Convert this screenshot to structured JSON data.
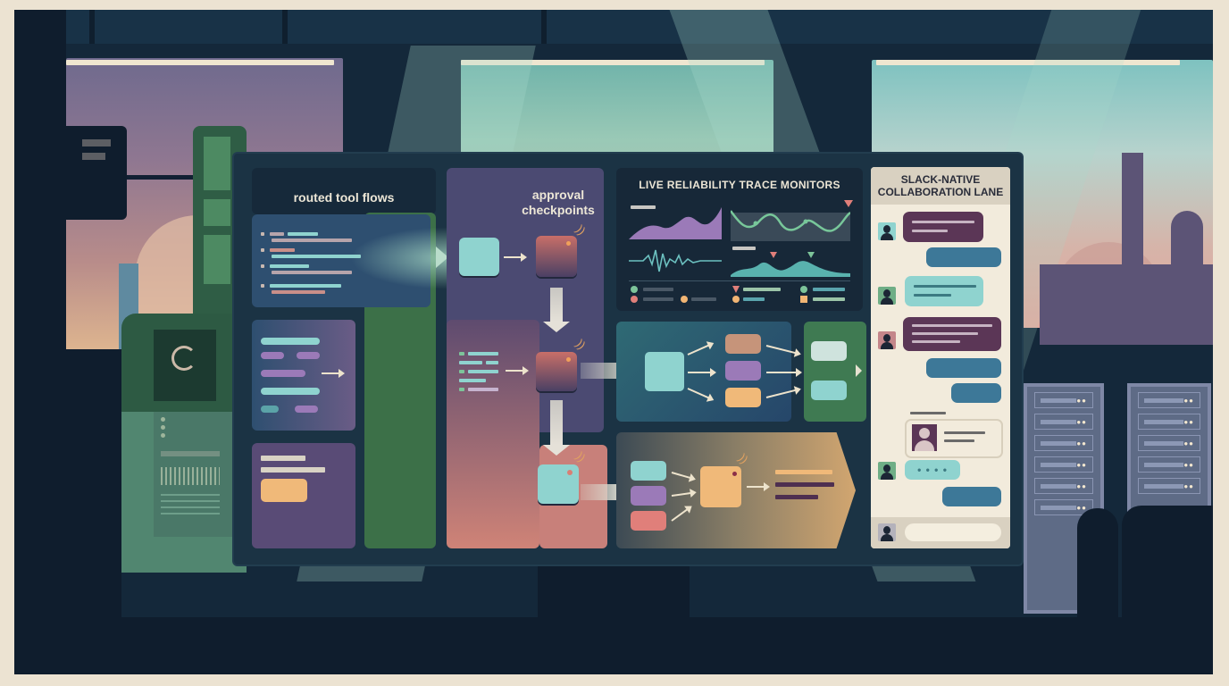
{
  "scene": {
    "description": "Retro industrial illustration of an agent-orchestration control board",
    "colors": {
      "paper": "#ece3d2",
      "navy": "#14283a",
      "board": "#1b3344",
      "teal": "#8fd3cf",
      "purple": "#8e6fa6",
      "salmon": "#d87f74",
      "sand": "#f0b979",
      "plum": "#5b3656",
      "blue_bubble": "#3d7898",
      "green": "#3f7a52"
    }
  },
  "board": {
    "sections": {
      "routed": {
        "title": "routed tool flows"
      },
      "approval": {
        "title": "approval\ncheckpoints",
        "title_line1": "approval",
        "title_line2": "checkpoints"
      },
      "monitors": {
        "title": "LIVE RELIABILITY TRACE MONITORS",
        "charts": [
          {
            "name": "purple-area-chart",
            "type": "area",
            "color": "#9b7ab8"
          },
          {
            "name": "green-line-chart",
            "type": "line",
            "color": "#78c79a"
          },
          {
            "name": "pulse-waveform",
            "type": "line",
            "color": "#6cc1c0"
          },
          {
            "name": "teal-area-chart",
            "type": "area",
            "color": "#59b2ae"
          }
        ],
        "legend": [
          {
            "marker": "circle",
            "color": "#7dc49a"
          },
          {
            "marker": "circle",
            "color": "#e07f7a"
          },
          {
            "marker": "circle",
            "color": "#f1b574"
          },
          {
            "marker": "triangle",
            "color": "#e07f7a"
          },
          {
            "marker": "circle",
            "color": "#f1b574"
          },
          {
            "marker": "circle",
            "color": "#7dc49a"
          },
          {
            "marker": "square",
            "color": "#f1b574"
          }
        ]
      },
      "collab": {
        "title": "SLACK-NATIVE\nCOLLABORATION LANE",
        "title_line1": "SLACK-NATIVE",
        "title_line2": "COLLABORATION LANE",
        "messages": [
          {
            "side": "left",
            "color": "#5b3656",
            "avatar_bg": "#8fd3cf"
          },
          {
            "side": "right",
            "color": "#3d7898"
          },
          {
            "side": "left",
            "color": "#8fd3cf",
            "avatar_bg": "#6fae86"
          },
          {
            "side": "left",
            "color": "#5b3656",
            "avatar_bg": "#c4868a"
          },
          {
            "side": "right",
            "color": "#3d7898"
          },
          {
            "side": "right",
            "color": "#3d7898"
          },
          {
            "side": "center",
            "type": "profile-card"
          },
          {
            "side": "left",
            "type": "typing",
            "color": "#8fd3cf",
            "dots": "• • • •"
          },
          {
            "side": "right",
            "color": "#3d7898"
          }
        ],
        "composer_placeholder": ""
      }
    }
  }
}
